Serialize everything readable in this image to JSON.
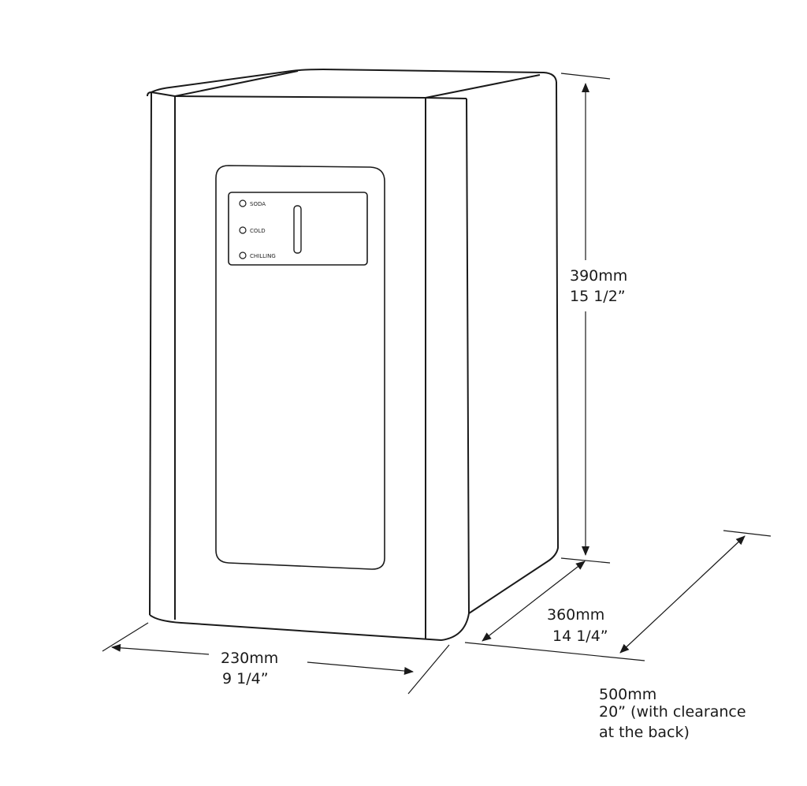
{
  "panel": {
    "indicators": [
      "SODA",
      "COLD",
      "CHILLING"
    ]
  },
  "dimensions": {
    "height": {
      "metric": "390mm",
      "imperial": "15 1/2”"
    },
    "depth": {
      "metric": "360mm",
      "imperial": "14 1/4”"
    },
    "width": {
      "metric": "230mm",
      "imperial": "9 1/4”"
    },
    "total_depth": {
      "metric": "500mm",
      "imperial": "20” (with clearance",
      "note": "at the back)"
    }
  },
  "colors": {
    "line": "#1a1a1a",
    "fill": "#ffffff"
  }
}
